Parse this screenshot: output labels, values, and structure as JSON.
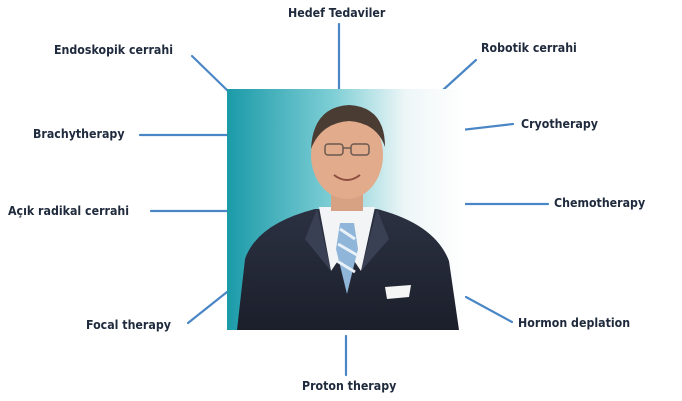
{
  "diagram": {
    "center_image": "portrait-photo",
    "line_color": "#4a86c5",
    "text_color": "#1f2a3d",
    "labels": {
      "top": "Hedef Tedaviler",
      "endoskopik": "Endoskopik cerrahi",
      "robotik": "Robotik cerrahi",
      "brachy": "Brachytherapy",
      "cryo": "Cryotherapy",
      "acik": "Açık radikal cerrahi",
      "chemo": "Chemotherapy",
      "focal": "Focal therapy",
      "hormon": "Hormon deplation",
      "proton": "Proton therapy"
    }
  }
}
